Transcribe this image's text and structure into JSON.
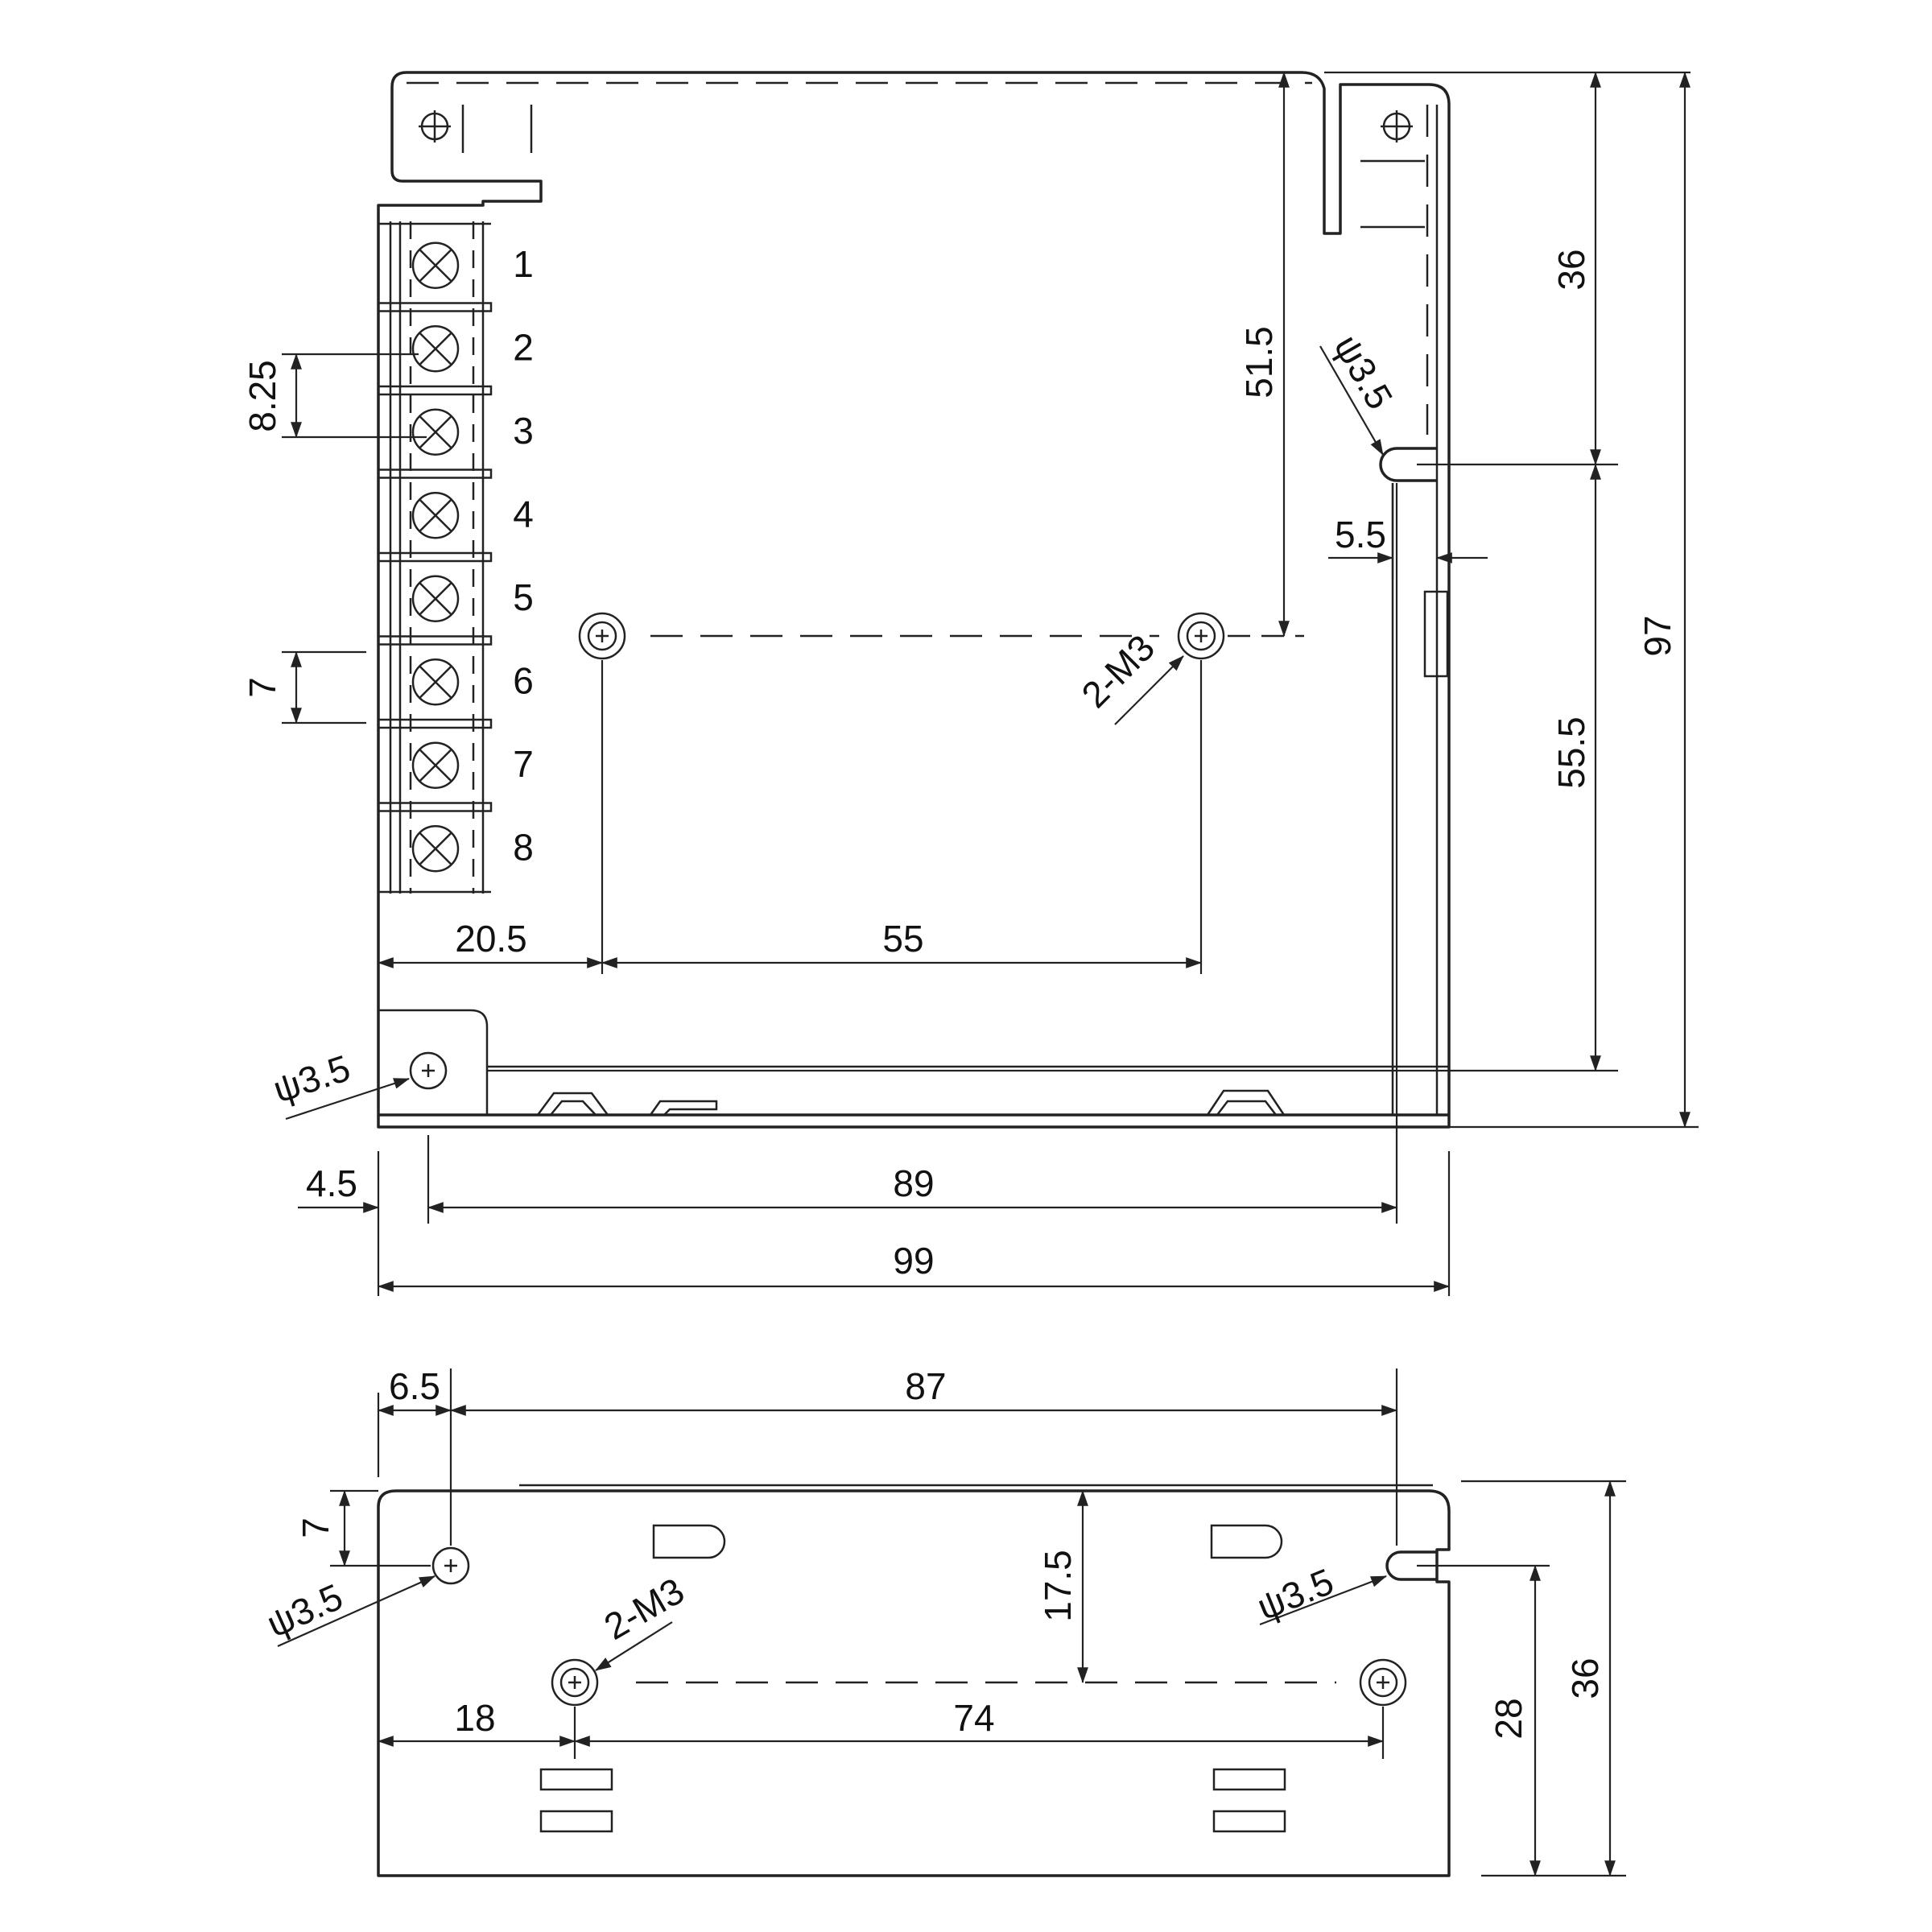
{
  "top_view": {
    "terminal_numbers": [
      "1",
      "2",
      "3",
      "4",
      "5",
      "6",
      "7",
      "8"
    ],
    "dims": {
      "pitch": "8.25",
      "terminal_height": "7",
      "left_to_mount": "20.5",
      "mount_spacing": "55",
      "mount_to_top": "51.5",
      "mount_label": "2-M3",
      "hole_right": "ψ3.5",
      "hole_left": "ψ3.5",
      "offset_right": "5.5",
      "top_to_slot": "36",
      "slot_to_bottom_hole": "55.5",
      "total_height": "97",
      "left_to_hole": "4.5",
      "hole_spacing": "89",
      "total_width": "99"
    }
  },
  "side_view": {
    "dims": {
      "left_to_hole": "6.5",
      "hole_spacing": "87",
      "top_to_hole": "7",
      "hole_left": "ψ3.5",
      "mount_label": "2-M3",
      "mount_to_top": "17.5",
      "hole_right": "ψ3.5",
      "left_to_mount": "18",
      "mount_spacing": "74",
      "slot_to_bottom": "28",
      "total_height": "36"
    }
  }
}
